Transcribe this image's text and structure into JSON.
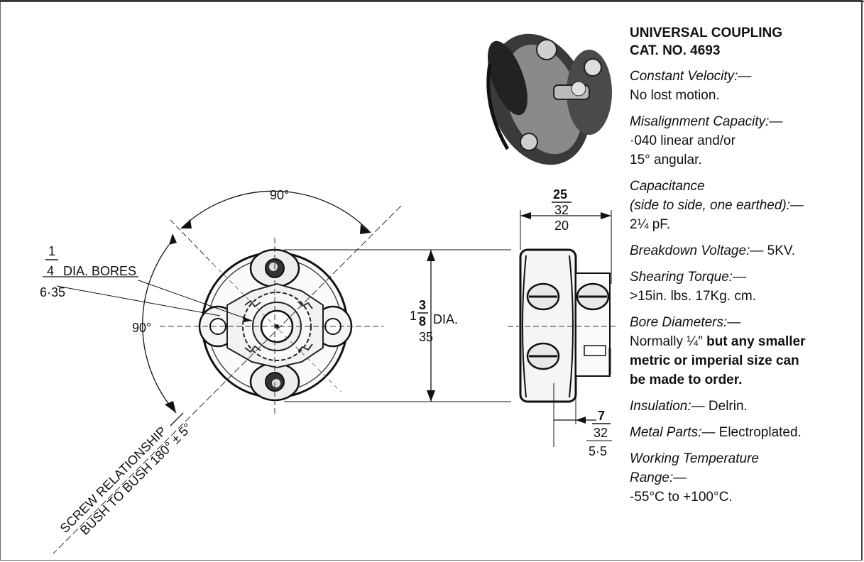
{
  "title": {
    "line1": "UNIVERSAL COUPLING",
    "line2": "CAT. NO. 4693"
  },
  "specs": {
    "constant_velocity": {
      "label": "Constant Velocity:—",
      "value": "No lost motion."
    },
    "misalignment": {
      "label": "Misalignment Capacity:—",
      "value1": "·040 linear and/or",
      "value2": "15° angular."
    },
    "capacitance": {
      "label1": "Capacitance",
      "label2": "(side to side, one earthed):—",
      "value": "2¼ pF."
    },
    "breakdown": {
      "label": "Breakdown Voltage:—",
      "value": "5KV."
    },
    "shearing": {
      "label": "Shearing Torque:—",
      "value": ">15in. lbs. 17Kg. cm."
    },
    "bore": {
      "label": "Bore Diameters:—",
      "value_prefix": "Normally ¼″",
      "value_bold1": "but any smaller",
      "value_bold2": "metric or imperial size can",
      "value_bold3": "be made to order."
    },
    "insulation": {
      "label": "Insulation:—",
      "value": "Delrin."
    },
    "metal": {
      "label": "Metal Parts:—",
      "value": "Electroplated."
    },
    "temperature": {
      "label1": "Working Temperature",
      "label2": "Range:—",
      "value": "-55°C to +100°C."
    }
  },
  "drawing": {
    "angle_top": "90°",
    "angle_left": "90°",
    "bore_fraction_num": "1",
    "bore_fraction_den": "4",
    "bore_label": "DIA. BORES",
    "bore_mm": "6·35",
    "dia_whole": "1",
    "dia_num": "3",
    "dia_den": "8",
    "dia_label": "DIA.",
    "dia_mm": "35",
    "width_num": "25",
    "width_den": "32",
    "width_mm": "20",
    "offset_num": "7",
    "offset_den": "32",
    "offset_mm": "5·5",
    "screw_line1": "SCREW RELATIONSHIP",
    "screw_line2": "BUSH TO BUSH 180° ± 5°"
  }
}
